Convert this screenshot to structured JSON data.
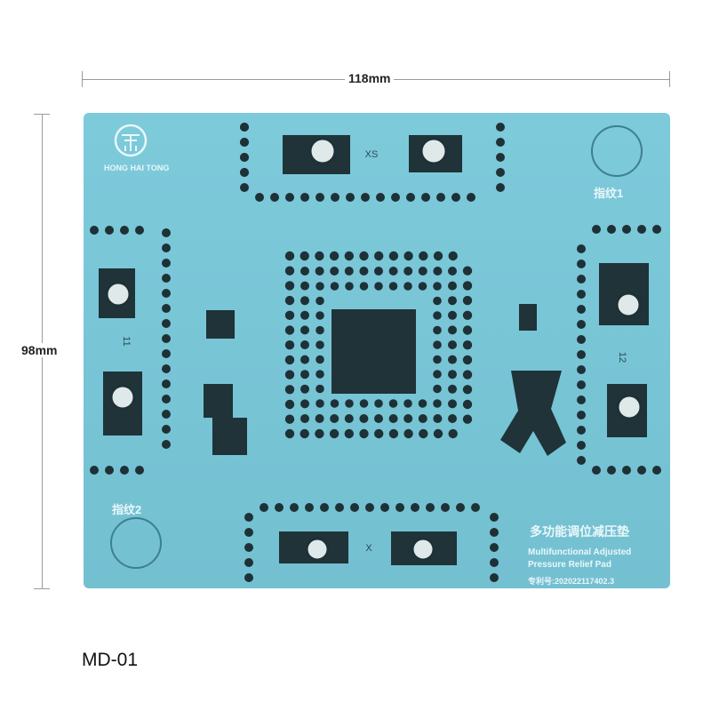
{
  "dimensions": {
    "width": "118mm",
    "height": "98mm"
  },
  "model": "MD-01",
  "brand": {
    "name": "HONG HAI TONG",
    "logo": "circle-logo-icon"
  },
  "pad": {
    "color": "#7cc9d8",
    "slot_labels": {
      "top": "XS",
      "left": "11",
      "right": "12",
      "bottom": "X"
    },
    "fingerprint_1": "指纹1",
    "fingerprint_2": "指纹2",
    "title_cn": "多功能调位减压垫",
    "title_en_1": "Multifunctional Adjusted",
    "title_en_2": "Pressure Relief Pad",
    "patent": "专利号:202022117402.3"
  }
}
